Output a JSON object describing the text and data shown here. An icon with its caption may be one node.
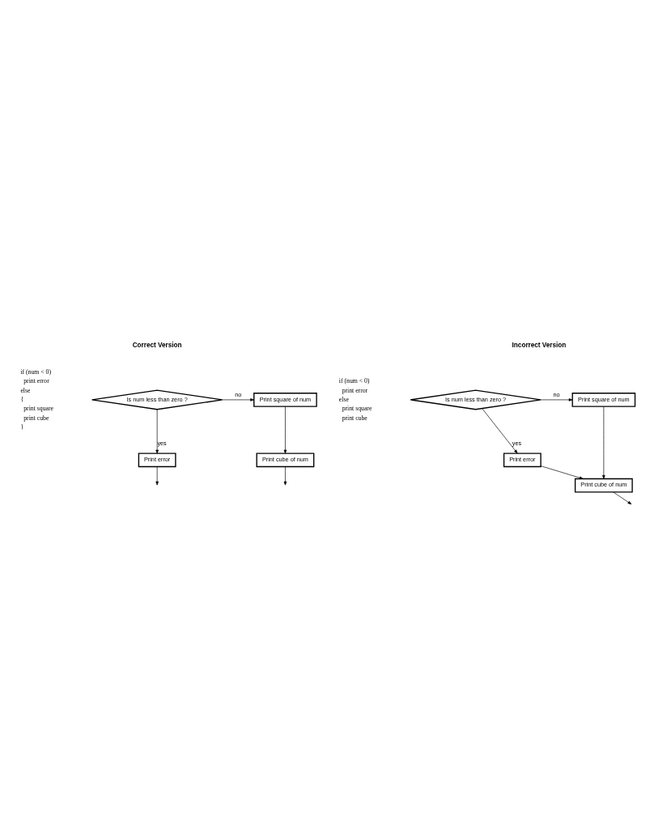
{
  "diagram": {
    "nodes": [
      {
        "text": [
          "Is num less than zero ?"
        ]
      },
      {
        "text": [
          "Print square of num"
        ]
      },
      {
        "text": [
          "Print error"
        ]
      },
      {
        "text": [
          "Print cube of num"
        ]
      },
      {
        "text": [
          "Is num less than zero ?"
        ]
      },
      {
        "text": [
          "Print square of num"
        ]
      },
      {
        "text": [
          "Print error"
        ]
      },
      {
        "text": [
          "Print cube of num"
        ]
      }
    ],
    "edges": [
      {
        "from": 0,
        "to": 1,
        "arrow": "to",
        "label": "no"
      },
      {
        "from": 0,
        "to": 2,
        "arrow": "to",
        "label": "yes"
      },
      {
        "from": 1,
        "to": 3,
        "arrow": "to"
      },
      {
        "from": 2,
        "to": null,
        "arrow": "to"
      },
      {
        "from": 3,
        "to": null,
        "arrow": "to"
      },
      {
        "from": 4,
        "to": 5,
        "arrow": "to",
        "label": "no"
      },
      {
        "from": 4,
        "to": 6,
        "arrow": "to",
        "label": "yes"
      },
      {
        "from": 6,
        "to": 7,
        "arrow": "to"
      },
      {
        "from": 5,
        "to": 7,
        "arrow": "to"
      },
      {
        "from": 7,
        "to": null,
        "arrow": "to"
      }
    ],
    "labels": [
      "Correct Version",
      "if (num < 0)",
      "print error",
      "else",
      "{",
      "print square",
      "print cube",
      "}",
      "Incorrect Version",
      "if (num < 0)",
      "print error",
      "else",
      "print square",
      "print cube"
    ]
  }
}
